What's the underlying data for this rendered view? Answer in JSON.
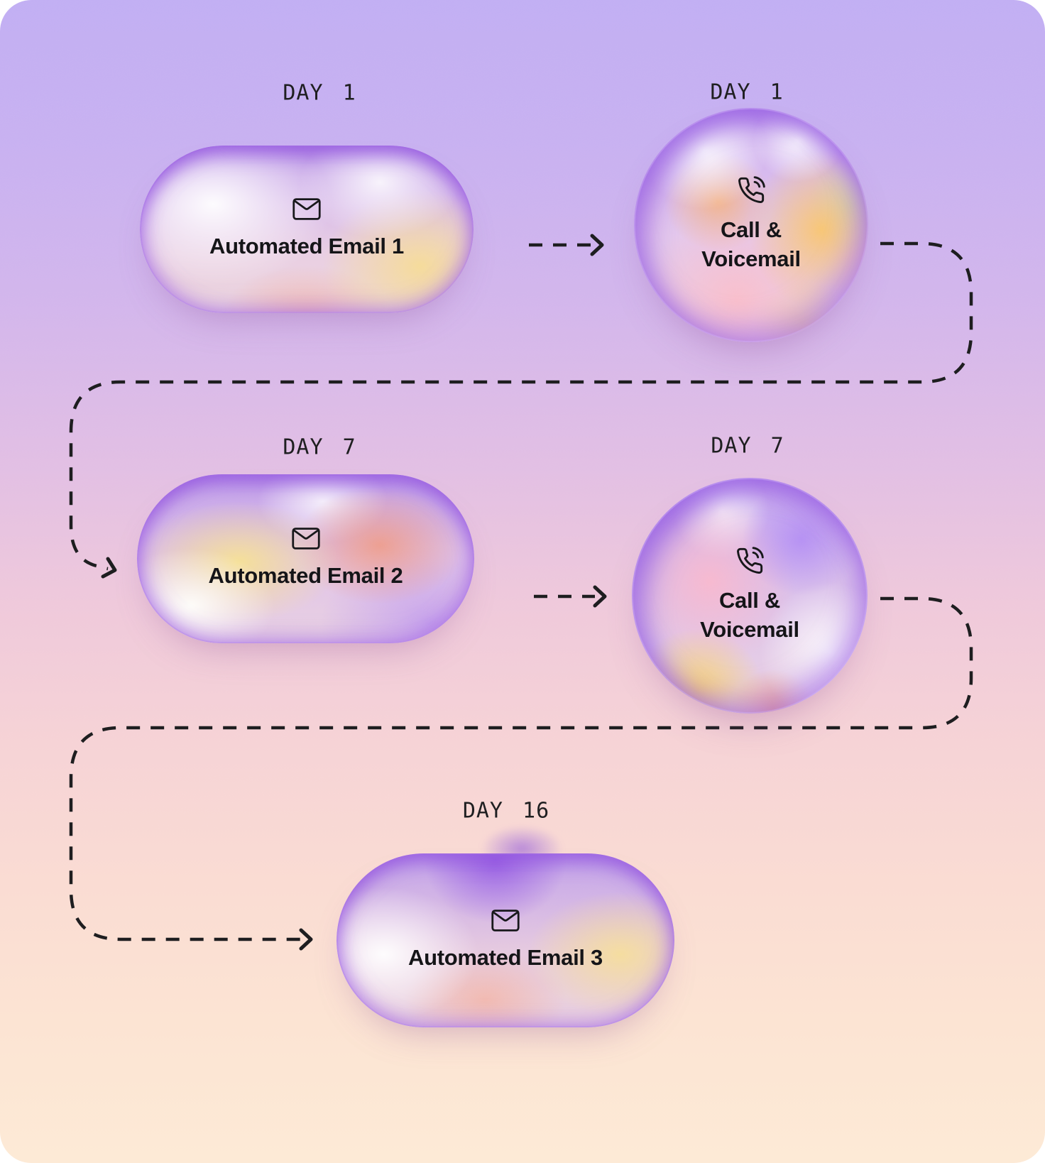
{
  "diagram": {
    "type": "flowchart",
    "nodes": [
      {
        "id": "email1",
        "shape": "pill",
        "day_label": "DAY 1",
        "label": "Automated Email 1",
        "icon": "envelope"
      },
      {
        "id": "call1",
        "shape": "circle",
        "day_label": "DAY 1",
        "label": "Call & Voicemail",
        "icon": "phone"
      },
      {
        "id": "email2",
        "shape": "pill",
        "day_label": "DAY 7",
        "label": "Automated Email 2",
        "icon": "envelope"
      },
      {
        "id": "call2",
        "shape": "circle",
        "day_label": "DAY 7",
        "label": "Call & Voicemail",
        "icon": "phone"
      },
      {
        "id": "email3",
        "shape": "pill",
        "day_label": "DAY 16",
        "label": "Automated Email 3",
        "icon": "envelope"
      }
    ],
    "connectors": [
      {
        "from": "email1",
        "to": "call1",
        "style": "dashed",
        "arrow": true
      },
      {
        "from": "call1",
        "to": "email2",
        "style": "dashed",
        "arrow": true
      },
      {
        "from": "email2",
        "to": "call2",
        "style": "dashed",
        "arrow": true
      },
      {
        "from": "call2",
        "to": "email3",
        "style": "dashed",
        "arrow": true
      }
    ],
    "colors": {
      "text": "#1d1d1f",
      "connector": "#1d1d1f",
      "background_top": "#c2aff3",
      "background_middle": "#f2cbd9",
      "background_bottom": "#fdead6",
      "node_rim": "#9b5fe0"
    }
  }
}
